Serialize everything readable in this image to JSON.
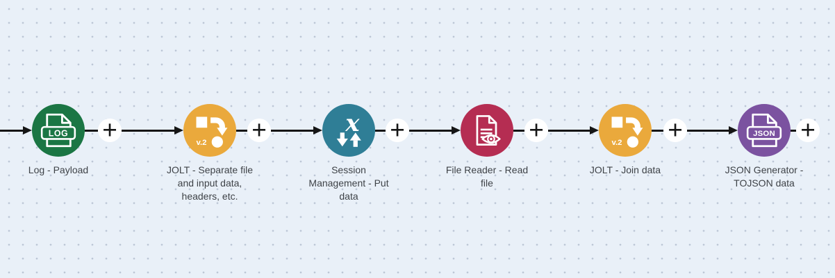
{
  "canvas": {
    "background_color": "#E9F0F8",
    "dot_color": "#BDC7D6",
    "wire_color": "#151515"
  },
  "connectors": {
    "add_label": "+"
  },
  "nodes": [
    {
      "label": "Log - Payload",
      "color": "#1B7644",
      "icon": "log-file-icon",
      "icon_text": "LOG"
    },
    {
      "label": "JOLT - Separate file\nand input data,\nheaders, etc.",
      "color": "#EAA93C",
      "icon": "jolt-transform-icon",
      "version": "v.2"
    },
    {
      "label": "Session\nManagement - Put\ndata",
      "color": "#2F7E96",
      "icon": "session-exchange-icon",
      "icon_text": "x"
    },
    {
      "label": "File Reader - Read\nfile",
      "color": "#B52D52",
      "icon": "file-reader-eye-icon"
    },
    {
      "label": "JOLT - Join data",
      "color": "#EAA93C",
      "icon": "jolt-transform-icon",
      "version": "v.2"
    },
    {
      "label": "JSON Generator -\nTOJSON data",
      "color": "#7B52A0",
      "icon": "json-file-icon",
      "icon_text": "JSON"
    }
  ]
}
